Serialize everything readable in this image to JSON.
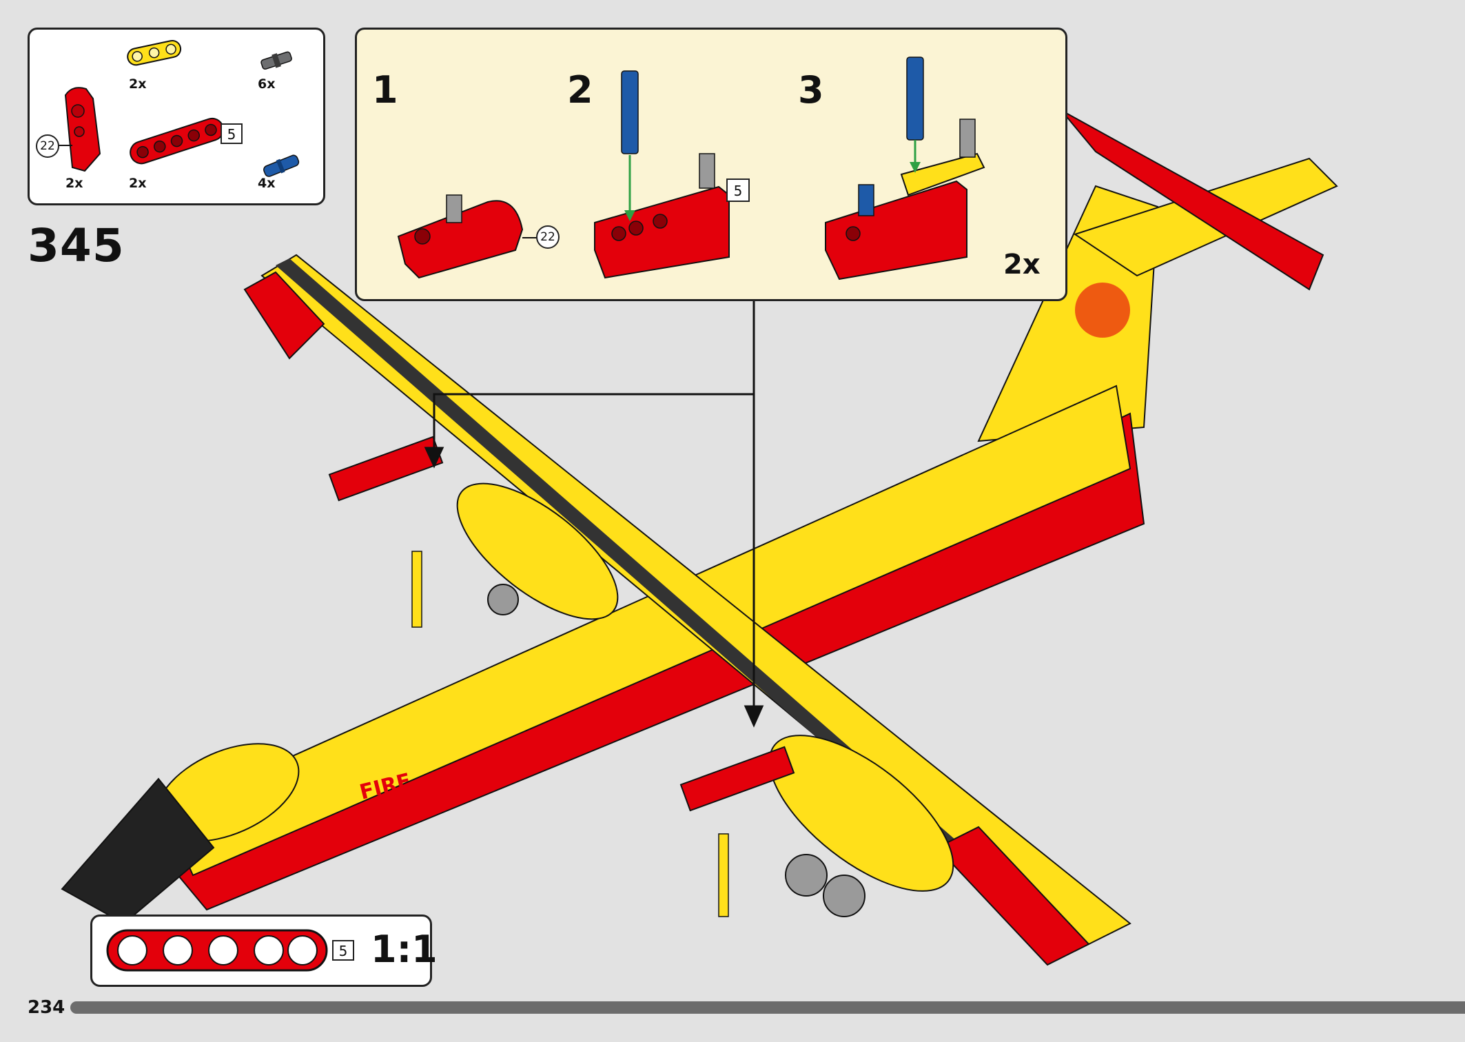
{
  "step_number": "345",
  "page_number": "234",
  "parts_list": [
    {
      "qty": "2x",
      "kind": "yellow-beam-3"
    },
    {
      "qty": "6x",
      "kind": "grey-axle-pin"
    },
    {
      "qty": "2x",
      "kind": "red-panel",
      "callout": "22"
    },
    {
      "qty": "2x",
      "kind": "red-beam-5",
      "length_label": "5"
    },
    {
      "qty": "4x",
      "kind": "blue-pin"
    }
  ],
  "substeps": {
    "steps": [
      "1",
      "2",
      "3"
    ],
    "callout_22": "22",
    "length_label": "5",
    "multiplier": "2x"
  },
  "scale_box": {
    "length_label": "5",
    "ratio": "1:1"
  },
  "colors": {
    "page_bg": "#e2e2e2",
    "substep_bg": "#fbf4d4",
    "lego_red": "#e3000b",
    "lego_yellow": "#ffe01a",
    "lego_blue": "#1e5aa8"
  }
}
